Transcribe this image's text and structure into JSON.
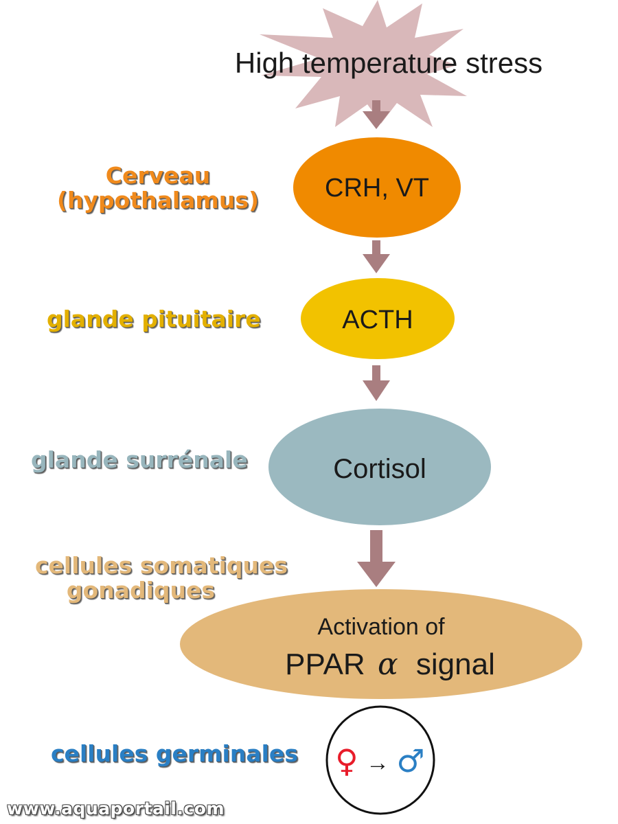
{
  "stress": {
    "title": "High temperature stress"
  },
  "nodes": {
    "crh": {
      "label": "CRH, VT",
      "color": "#f08a00"
    },
    "acth": {
      "label": "ACTH",
      "color": "#f2c200"
    },
    "cortisol": {
      "label": "Cortisol",
      "color": "#9bb9c0"
    },
    "ppar": {
      "line1": "Activation of",
      "line2_main": "PPAR",
      "line2_symbol": "α",
      "line2_tail": "signal",
      "color": "#e3b87a"
    },
    "sex": {
      "female_symbol": "♀",
      "arrow": "→",
      "male_symbol": "♂",
      "female_color": "#e81c2a",
      "male_color": "#2a7fc4"
    }
  },
  "organs": {
    "brain_line1": "Cerveau",
    "brain_line2": "(hypothalamus)",
    "pituitary": "glande pituitaire",
    "adrenal": "glande surrénale",
    "somatic_line1": "cellules somatiques",
    "somatic_line2": "gonadiques",
    "germinal": "cellules germinales"
  },
  "label_colors": {
    "brain": "#f08a1c",
    "pituitary": "#e3b000",
    "adrenal": "#98b6bd",
    "somatic": "#e3b87a",
    "germinal": "#2a7fc4"
  },
  "colors": {
    "starburst": "#d9b8ba",
    "arrow": "#a97e80"
  },
  "watermark": "www.aquaportail.com"
}
